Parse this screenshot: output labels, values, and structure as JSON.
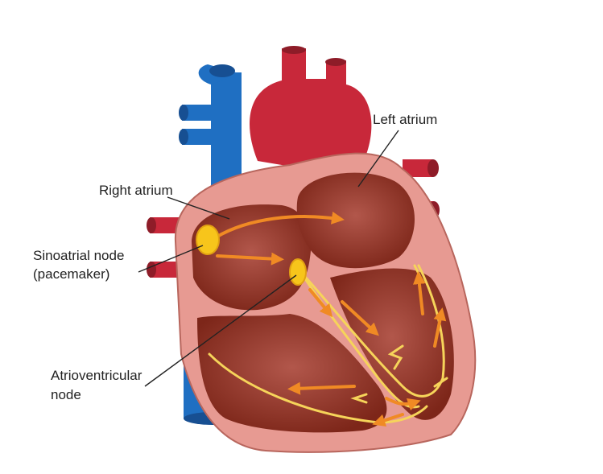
{
  "labels": {
    "left_atrium": "Left atrium",
    "right_atrium": "Right atrium",
    "sa_node_line1": "Sinoatrial node",
    "sa_node_line2": "(pacemaker)",
    "av_node_line1": "Atrioventricular",
    "av_node_line2": "node"
  },
  "colors": {
    "vein_blue": "#1f6fc2",
    "artery_red": "#c8283a",
    "heart_outer": "#e79a92",
    "heart_chamber": "#8e2f22",
    "node_yellow": "#f7c51b",
    "signal_orange": "#f08a24",
    "signal_yellow": "#f6d45a"
  }
}
